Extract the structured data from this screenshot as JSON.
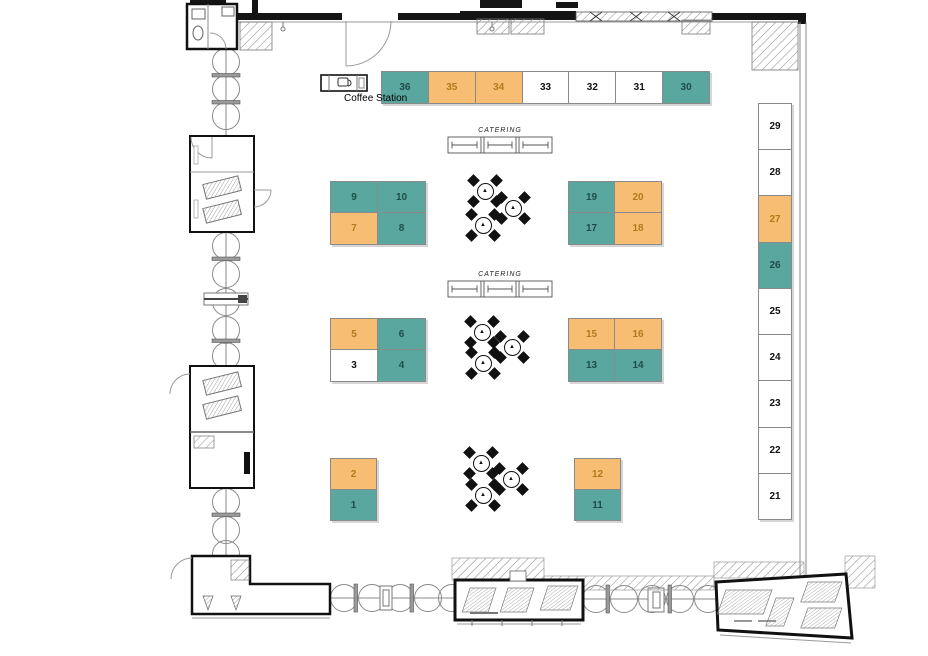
{
  "page": {
    "background": "#ffffff",
    "description": "Exhibition hall floor plan with numbered booths, catering counters, coffee station and round table seating"
  },
  "palette": {
    "booth_teal": "#5aa7a0",
    "booth_orange": "#f6bd73",
    "booth_white": "#ffffff",
    "teal_number_text": "#1e4d48",
    "orange_number_text": "#b5791c",
    "white_number_text": "#111111",
    "wall": "#141414"
  },
  "labels": {
    "coffee_station": "Coffee Station"
  },
  "catering": [
    {
      "label": "CATERING"
    },
    {
      "label": "CATERING"
    }
  ],
  "booth_groups": {
    "top_row": [
      {
        "number": "36",
        "type": "teal"
      },
      {
        "number": "35",
        "type": "orange"
      },
      {
        "number": "34",
        "type": "orange"
      },
      {
        "number": "33",
        "type": "white"
      },
      {
        "number": "32",
        "type": "white"
      },
      {
        "number": "31",
        "type": "white"
      },
      {
        "number": "30",
        "type": "teal"
      }
    ],
    "right_column": [
      {
        "number": "29",
        "type": "white"
      },
      {
        "number": "28",
        "type": "white"
      },
      {
        "number": "27",
        "type": "orange"
      },
      {
        "number": "26",
        "type": "teal"
      },
      {
        "number": "25",
        "type": "white"
      },
      {
        "number": "24",
        "type": "white"
      },
      {
        "number": "23",
        "type": "white"
      },
      {
        "number": "22",
        "type": "white"
      },
      {
        "number": "21",
        "type": "white"
      }
    ],
    "island_top_left": [
      {
        "number": "9",
        "type": "teal"
      },
      {
        "number": "10",
        "type": "teal"
      },
      {
        "number": "7",
        "type": "orange"
      },
      {
        "number": "8",
        "type": "teal"
      }
    ],
    "island_top_right": [
      {
        "number": "19",
        "type": "teal"
      },
      {
        "number": "20",
        "type": "orange"
      },
      {
        "number": "17",
        "type": "teal"
      },
      {
        "number": "18",
        "type": "orange"
      }
    ],
    "island_mid_left": [
      {
        "number": "5",
        "type": "orange"
      },
      {
        "number": "6",
        "type": "teal"
      },
      {
        "number": "3",
        "type": "white"
      },
      {
        "number": "4",
        "type": "teal"
      }
    ],
    "island_mid_right": [
      {
        "number": "15",
        "type": "orange"
      },
      {
        "number": "16",
        "type": "orange"
      },
      {
        "number": "13",
        "type": "teal"
      },
      {
        "number": "14",
        "type": "teal"
      }
    ],
    "island_bottom_left": [
      {
        "number": "2",
        "type": "orange"
      },
      {
        "number": "1",
        "type": "teal"
      }
    ],
    "island_bottom_right": [
      {
        "number": "12",
        "type": "orange"
      },
      {
        "number": "11",
        "type": "teal"
      }
    ]
  },
  "icons": {
    "coffee_machine": "coffee-machine-icon",
    "round_table": "round-table-icon",
    "chair": "chair-diamond-icon"
  }
}
